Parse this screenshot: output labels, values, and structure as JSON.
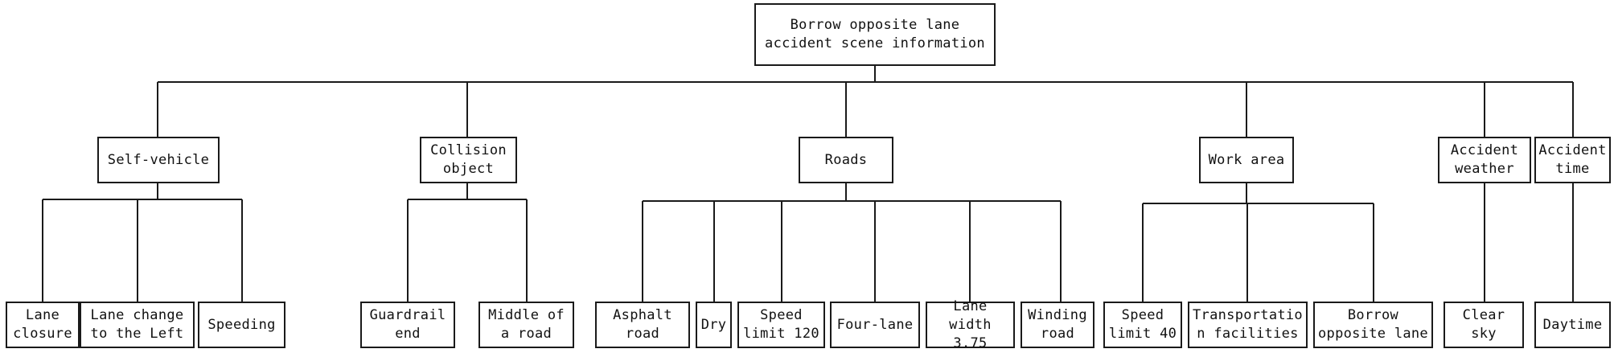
{
  "colors": {
    "line": "#1a1a1a",
    "box_border": "#1a1a1a",
    "text": "#111111",
    "background": "#ffffff"
  },
  "root": "Borrow opposite lane\naccident scene information",
  "categories": {
    "self_vehicle": "Self-vehicle",
    "collision_object": "Collision\nobject",
    "roads": "Roads",
    "work_area": "Work area",
    "accident_weather": "Accident\nweather",
    "accident_time": "Accident\ntime"
  },
  "leaves": {
    "self_vehicle": [
      "Lane\nclosure",
      "Lane change\nto the Left",
      "Speeding"
    ],
    "collision_object": [
      "Guardrail\nend",
      "Middle of\na road"
    ],
    "roads": [
      "Asphalt\nroad",
      "Dry",
      "Speed\nlimit 120",
      "Four-lane",
      "Lane width\n3.75",
      "Winding\nroad"
    ],
    "work_area": [
      "Speed\nlimit 40",
      "Transportatio\nn facilities",
      "Borrow\nopposite lane"
    ],
    "accident_weather": [
      "Clear\nsky"
    ],
    "accident_time": [
      "Daytime"
    ]
  }
}
